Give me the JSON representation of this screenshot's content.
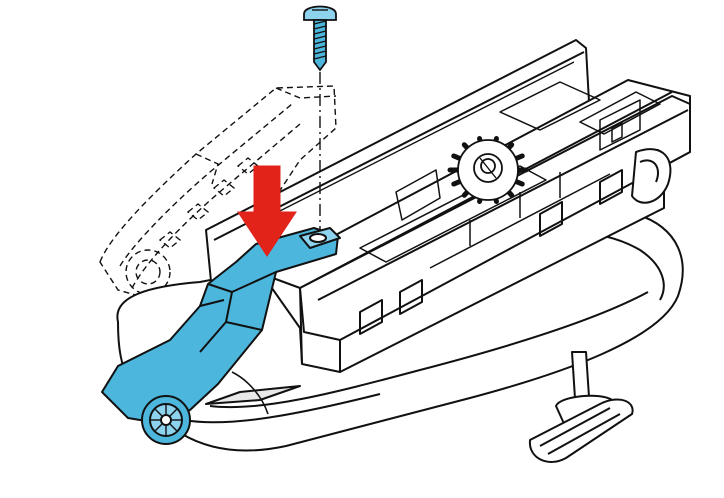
{
  "figure": {
    "kind": "assembly-instruction-illustration",
    "text_labels": []
  },
  "parts": {
    "screw": {
      "name": "screw"
    },
    "carrier": {
      "name": "rail-carrier"
    },
    "base": {
      "name": "base-housing"
    },
    "lever": {
      "name": "lever-arm"
    },
    "ghost_lever": {
      "name": "lever-arm-previous-position"
    },
    "knob": {
      "name": "adjustment-knob"
    }
  },
  "callouts": {
    "insert_arrow": {
      "direction": "down"
    },
    "screw_axis": {
      "style": "dash-dot"
    }
  },
  "colors": {
    "outline": "#111111",
    "fill": "#ffffff",
    "highlight": "#4cb6dc",
    "highlight_light": "#8dd3ee",
    "arrow": "#e2231a",
    "shade": "#e9e9e9"
  }
}
